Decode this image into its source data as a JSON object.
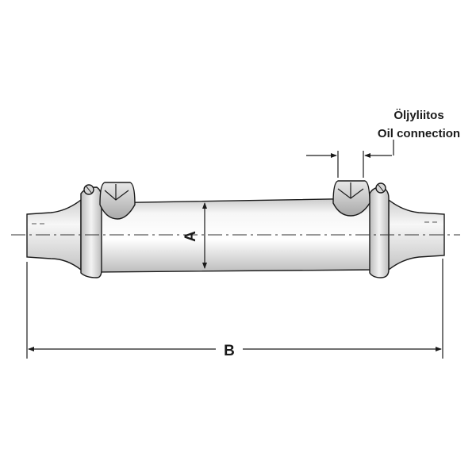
{
  "labels": {
    "oil_fi": "Öljyliitos",
    "oil_en": "Oil connection",
    "dim_a": "A",
    "dim_b": "B"
  },
  "colors": {
    "line": "#1a1a1a",
    "body_light": "#f4f4f4",
    "body_shade": "#c8c8c8",
    "background": "#ffffff"
  }
}
